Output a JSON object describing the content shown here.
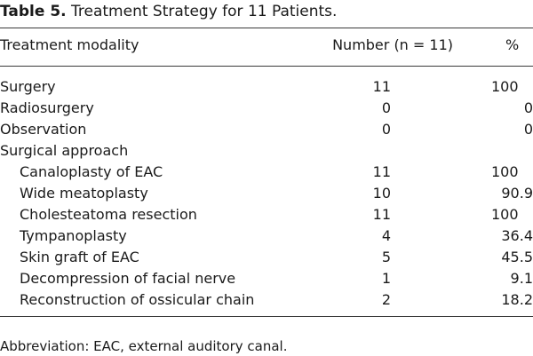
{
  "table": {
    "label": "Table 5.",
    "title": "Treatment Strategy for 11 Patients.",
    "headers": {
      "modality": "Treatment modality",
      "number": "Number (n = 11)",
      "percent": "%"
    },
    "rows": [
      {
        "modality": "Surgery",
        "number": "11",
        "percent": "100"
      },
      {
        "modality": "Radiosurgery",
        "number": "0",
        "percent": "0"
      },
      {
        "modality": "Observation",
        "number": "0",
        "percent": "0"
      },
      {
        "modality": "Surgical approach",
        "number": "",
        "percent": ""
      },
      {
        "modality": "Canaloplasty of EAC",
        "number": "11",
        "percent": "100"
      },
      {
        "modality": "Wide meatoplasty",
        "number": "10",
        "percent": "90.9"
      },
      {
        "modality": "Cholesteatoma resection",
        "number": "11",
        "percent": "100"
      },
      {
        "modality": "Tympanoplasty",
        "number": "4",
        "percent": "36.4"
      },
      {
        "modality": "Skin graft of EAC",
        "number": "5",
        "percent": "45.5"
      },
      {
        "modality": "Decompression of facial nerve",
        "number": "1",
        "percent": "9.1"
      },
      {
        "modality": "Reconstruction of ossicular chain",
        "number": "2",
        "percent": "18.2"
      }
    ],
    "footnote": "Abbreviation: EAC, external auditory canal."
  }
}
